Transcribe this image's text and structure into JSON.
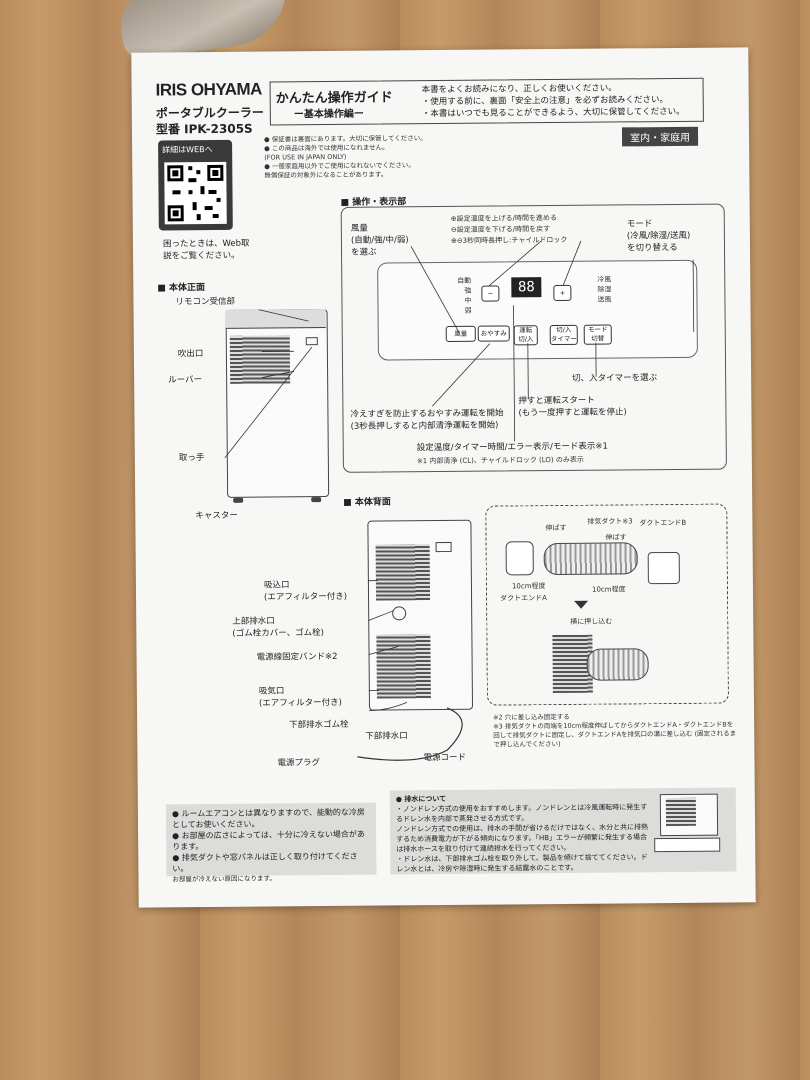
{
  "brand": "IRIS OHYAMA",
  "product": "ポータブルクーラー",
  "model": "型番 IPK-2305S",
  "qr": {
    "label": "詳細はWEBへ"
  },
  "help_text": "困ったときは、Web取説をご覧ください。",
  "guide": {
    "title": "かんたん操作ガイド",
    "subtitle": "ー基本操作編ー",
    "notes": [
      "本書をよくお読みになり、正しくお使いください。",
      "・使用する前に、裏面「安全上の注意」を必ずお読みください。",
      "・本書はいつでも見ることができるよう、大切に保管してください。"
    ]
  },
  "keep_notes": [
    "● 保証書は裏面にあります。大切に保管してください。",
    "● この商品は海外では使用になれません。",
    "(FOR USE IN JAPAN ONLY)",
    "● 一般家庭用以外でご使用になれないでください。",
    "無償保証の対象外になることがあります。"
  ],
  "indoor_label": "室内・家庭用",
  "sections": {
    "front": "■ 本体正面",
    "panel": "■ 操作・表示部",
    "back": "■ 本体背面"
  },
  "front_labels": {
    "remote": "リモコン受信部",
    "outlet": "吹出口",
    "louver": "ルーバー",
    "handle": "取っ手",
    "caster": "キャスター"
  },
  "panel": {
    "wind": "風量\n(自動/強/中/弱)\nを選ぶ",
    "temp_up": "⊕設定温度を上げる/時間を進める",
    "temp_down": "⊖設定温度を下げる/時間を戻す",
    "lock": "⊕⊖3秒同時長押し:チャイルドロック",
    "mode": "モード\n(冷風/除湿/送風)\nを切り替える",
    "timer": "切、入タイマーを選ぶ",
    "run": "押すと運転スタート\n(もう一度押すと運転を停止)",
    "sleep": "冷えすぎを防止するおやすみ運転を開始\n(3秒長押しすると内部清浄運転を開始)",
    "display_note": "設定温度/タイマー時間/エラー表示/モード表示※1",
    "footnote": "※1 内部清浄 (CL)、チャイルドロック (LO) のみ表示",
    "display_value": "88",
    "buttons": [
      "風量",
      "おやすみ",
      "運転\n切/入",
      "切/入\nタイマー",
      "モード\n切替"
    ],
    "minus": "−",
    "plus": "+",
    "left_leds": [
      "自動",
      "強",
      "中",
      "弱"
    ],
    "right_leds": [
      "冷風",
      "除湿",
      "送風"
    ]
  },
  "back_labels": {
    "intake": "吸込口\n(エアフィルター付き)",
    "drain_top": "上部排水口\n(ゴム栓カバー、ゴム栓)",
    "band": "電源線固定バンド※2",
    "air_in": "吸気口\n(エアフィルター付き)",
    "drain_plug": "下部排水ゴム栓",
    "drain_bottom": "下部排水口",
    "plug": "電源プラグ",
    "cord": "電源コード"
  },
  "duct": {
    "stretch1": "伸ばす",
    "stretch2": "伸ばす",
    "duct": "排気ダクト※3",
    "endB": "ダクトエンドB",
    "endA": "ダクトエンドA",
    "len1": "10cm程度",
    "len2": "10cm程度",
    "push": "横に押し込む"
  },
  "footnotes": [
    "※2 穴に差し込み固定する",
    "※3 排気ダクトの両端を10cm程度伸ばしてからダクトエンドA・ダクトエンドBを回して排気ダクトに固定し、ダクトエンドAを排気口の溝に差し込む (固定されるまで押し込んでください)"
  ],
  "bottom_left": [
    "● ルームエアコンとは異なりますので、能動的な冷房としてお使いください。",
    "● お部屋の広さによっては、十分に冷えない場合があります。",
    "● 排気ダクトや窓パネルは正しく取り付けてください。",
    "お部屋が冷えない原因になります。"
  ],
  "bottom_right": [
    "● 排水について",
    "・ノンドレン方式の使用をおすすめします。ノンドレンとは冷風運転時に発生するドレン水を内部で蒸発させる方式です。",
    "ノンドレン方式での使用は、排水の手間が省けるだけではなく、水分と共に排熱するため消費電力が下がる傾向になります。「HB」エラーが頻繁に発生する場合は排水ホースを取り付けて連続排水を行ってください。",
    "・ドレン水は、下部排水ゴム栓を取り外して、製品を傾けて捨ててください。ドレン水とは、冷房や除湿時に発生する結露水のことです。"
  ]
}
